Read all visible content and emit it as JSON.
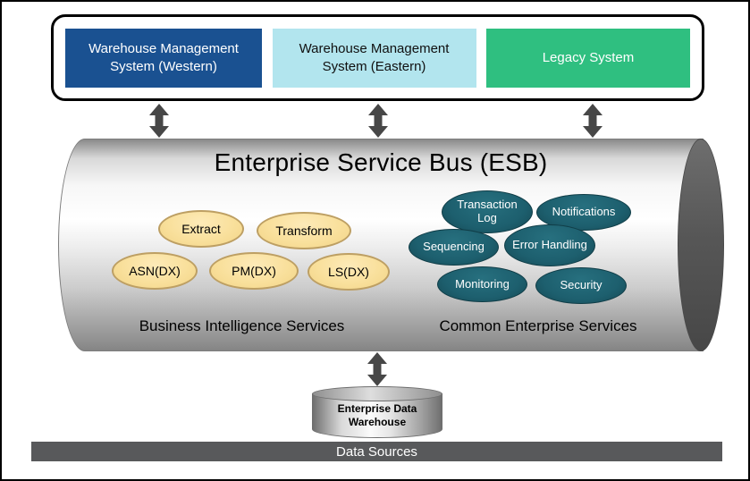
{
  "top_systems": {
    "items": [
      {
        "label": "Warehouse Management System (Western)",
        "color": "#1a5191",
        "text_color": "#ffffff"
      },
      {
        "label": "Warehouse Management System (Eastern)",
        "color": "#b2e5ee",
        "text_color": "#101010"
      },
      {
        "label": "Legacy System",
        "color": "#2fbf80",
        "text_color": "#ffffff"
      }
    ]
  },
  "esb": {
    "title": "Enterprise Service Bus (ESB)",
    "cylinder_cap_color": "#575757",
    "bi_group": {
      "label": "Business Intelligence Services",
      "ellipse_color": "#f9e09c",
      "items": [
        {
          "label": "Extract"
        },
        {
          "label": "Transform"
        },
        {
          "label": "ASN(DX)"
        },
        {
          "label": "PM(DX)"
        },
        {
          "label": "LS(DX)"
        }
      ]
    },
    "common_group": {
      "label": "Common Enterprise Services",
      "ellipse_color": "#1d5f6e",
      "items": [
        {
          "label": "Transaction Log"
        },
        {
          "label": "Notifications"
        },
        {
          "label": "Sequencing"
        },
        {
          "label": "Error Handling"
        },
        {
          "label": "Monitoring"
        },
        {
          "label": "Security"
        }
      ]
    }
  },
  "data_warehouse": {
    "label": "Enterprise Data Warehouse"
  },
  "data_sources_bar": {
    "label": "Data Sources",
    "color": "#58595b"
  },
  "arrows": {
    "color": "#474747"
  }
}
